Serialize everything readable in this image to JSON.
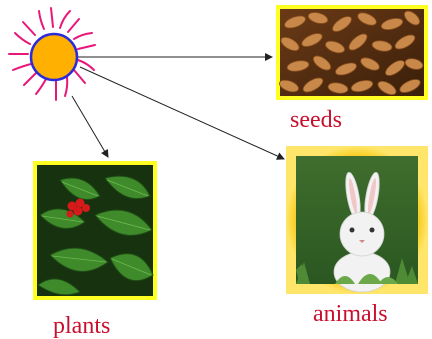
{
  "captions": {
    "seeds": "seeds",
    "plants": "plants",
    "animals": "animals"
  },
  "colors": {
    "caption_text": "#c8102e",
    "sun_fill": "#ffb000",
    "sun_outline": "#2b2bd9",
    "sun_rays": "#e8177a",
    "frame_yellow": "#ffff22",
    "frame_gold": "#f2c40a",
    "arrow": "#222222"
  },
  "icons": {
    "sun": "sun-icon",
    "seeds": "seeds-photo",
    "plants": "plant-leaves-photo",
    "animals": "white-rabbit-photo"
  }
}
